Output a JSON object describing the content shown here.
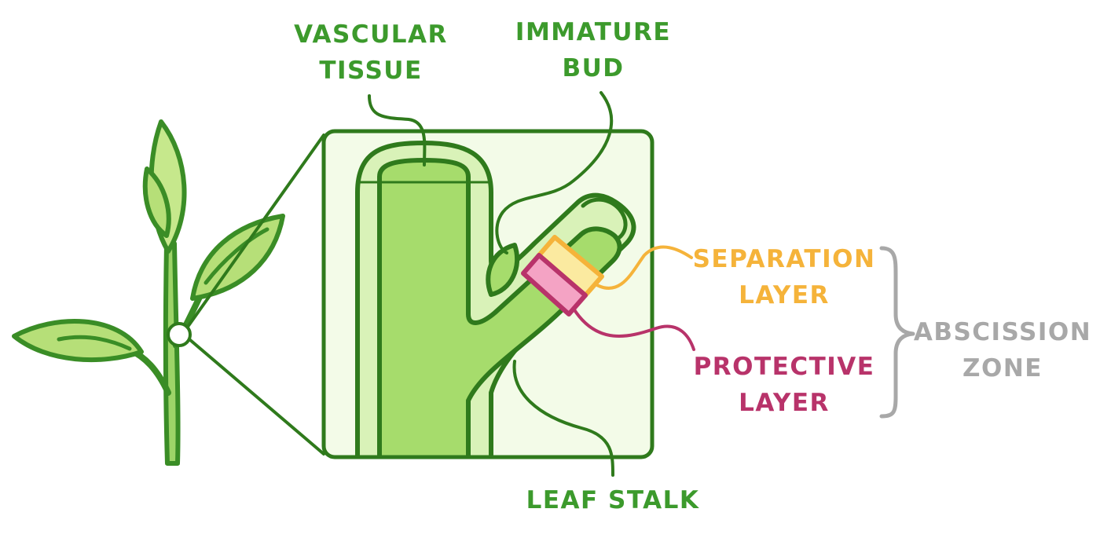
{
  "labels": {
    "vascular_tissue": [
      "VASCULAR",
      "TISSUE"
    ],
    "immature_bud": [
      "IMMATURE",
      "BUD"
    ],
    "separation_layer": [
      "SEPARATION",
      "LAYER"
    ],
    "protective_layer": [
      "PROTECTIVE",
      "LAYER"
    ],
    "abscission_zone": [
      "ABSCISSION",
      "ZONE"
    ],
    "leaf_stalk": "LEAF STALK"
  },
  "colors": {
    "outline": "#2f7a1c",
    "green_text": "#3c9a2c",
    "stem_fill": "#a6dc6c",
    "stem_light": "#d9f2b8",
    "inset_bg": "#f3fbe8",
    "separation": "#f5b33a",
    "separation_fill": "#fbeaa0",
    "protective": "#b8336a",
    "protective_fill": "#f4a3c4",
    "zone_gray": "#a8a8a8"
  }
}
